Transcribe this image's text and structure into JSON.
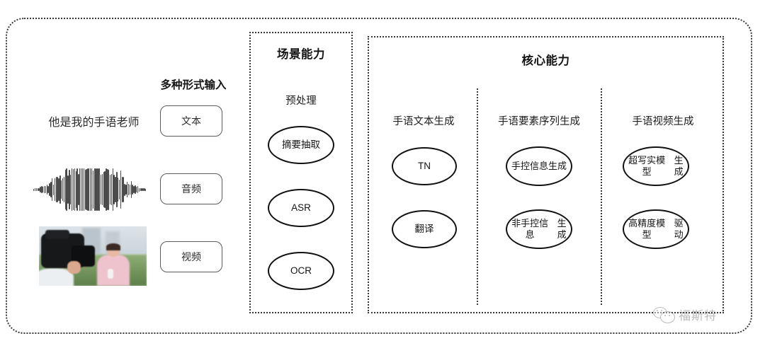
{
  "frame": {
    "border_color": "#3a3a3a"
  },
  "input_panel": {
    "heading": "多种形式输入",
    "sample_sentence": "他是我的手语老师",
    "modalities": [
      {
        "label": "文本",
        "icon": "text-icon"
      },
      {
        "label": "音频",
        "icon": "audio-waveform-icon"
      },
      {
        "label": "视频",
        "icon": "video-thumbnail-icon"
      }
    ]
  },
  "scene_section": {
    "title": "场景能力",
    "subtitle": "预处理",
    "nodes": [
      {
        "label": "摘要抽取"
      },
      {
        "label": "ASR"
      },
      {
        "label": "OCR"
      }
    ]
  },
  "core_section": {
    "title": "核心能力",
    "columns": [
      {
        "label": "手语文本生成",
        "nodes": [
          {
            "line1": "TN",
            "line2": ""
          },
          {
            "line1": "翻译",
            "line2": ""
          }
        ]
      },
      {
        "label": "手语要素序列生成",
        "nodes": [
          {
            "line1": "手控信息",
            "line2": "生成"
          },
          {
            "line1": "非手控信息",
            "line2": "生成"
          }
        ]
      },
      {
        "label": "手语视频生成",
        "nodes": [
          {
            "line1": "超写实模型",
            "line2": "生成"
          },
          {
            "line1": "高精度模型",
            "line2": "驱动"
          }
        ]
      }
    ]
  },
  "watermark": {
    "text": "福斯特",
    "icon": "wechat-icon"
  }
}
